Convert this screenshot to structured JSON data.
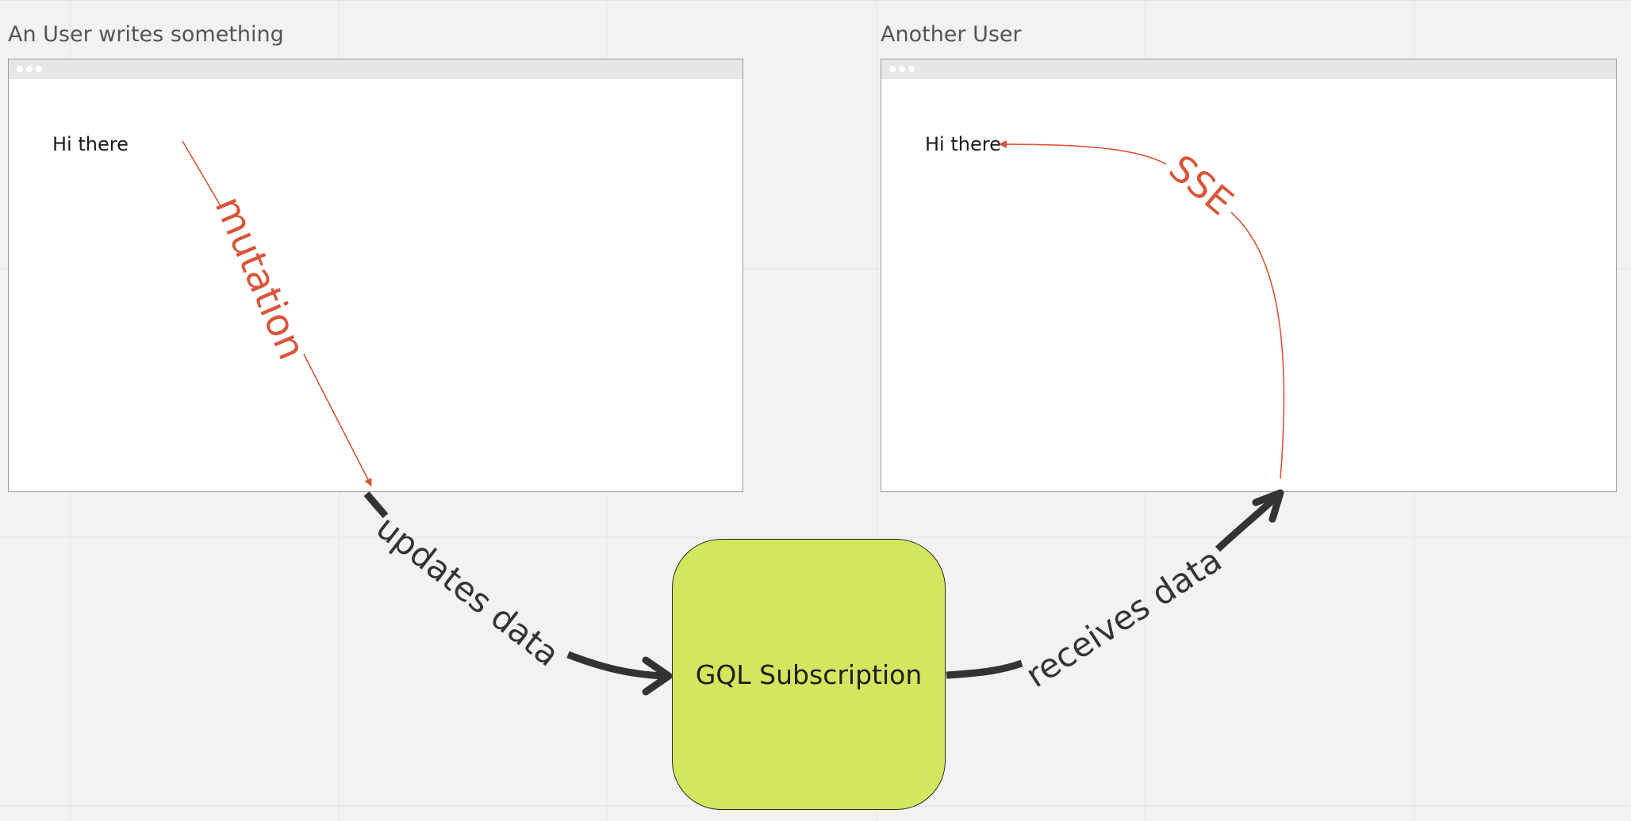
{
  "frames": {
    "left": {
      "title": "An User writes something",
      "text": "Hi there"
    },
    "right": {
      "title": "Another User",
      "text": "Hi there"
    }
  },
  "connectors": {
    "mutation": "mutation",
    "sse": "SSE",
    "updates": "updates data",
    "receives": "receives data"
  },
  "node": {
    "label": "GQL Subscription",
    "fill": "#d4e55e"
  },
  "colors": {
    "accent_red": "#d9553a",
    "arrow_dark": "#333333"
  }
}
